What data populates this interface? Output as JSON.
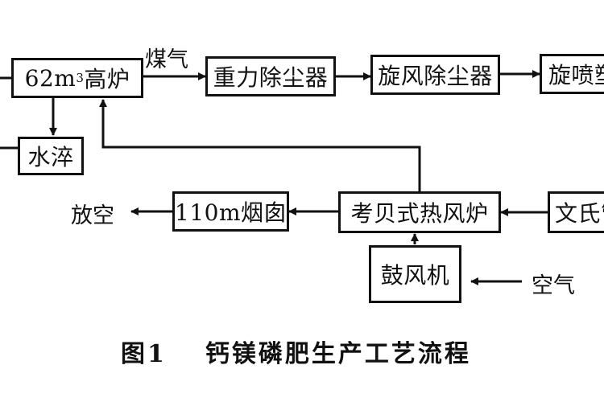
{
  "diagram": {
    "nodes": {
      "blast_furnace": {
        "prefix": "62m",
        "sup": "3",
        "suffix": "高炉"
      },
      "gravity_collector": "重力除尘器",
      "cyclone_collector": "旋风除尘器",
      "spray_partial": "旋喷塑",
      "water_quench": "水淬",
      "chimney": "110m烟囱",
      "cowper_stove": "考贝式热风炉",
      "venturi_partial": "文氏管",
      "blower": "鼓风机"
    },
    "edge_labels": {
      "gas": "煤气",
      "vent": "放空",
      "air": "空气"
    },
    "caption": {
      "figure": "图1",
      "title": "钙镁磷肥生产工艺流程"
    }
  },
  "colors": {
    "ink": "#111111",
    "background": "#ffffff"
  }
}
